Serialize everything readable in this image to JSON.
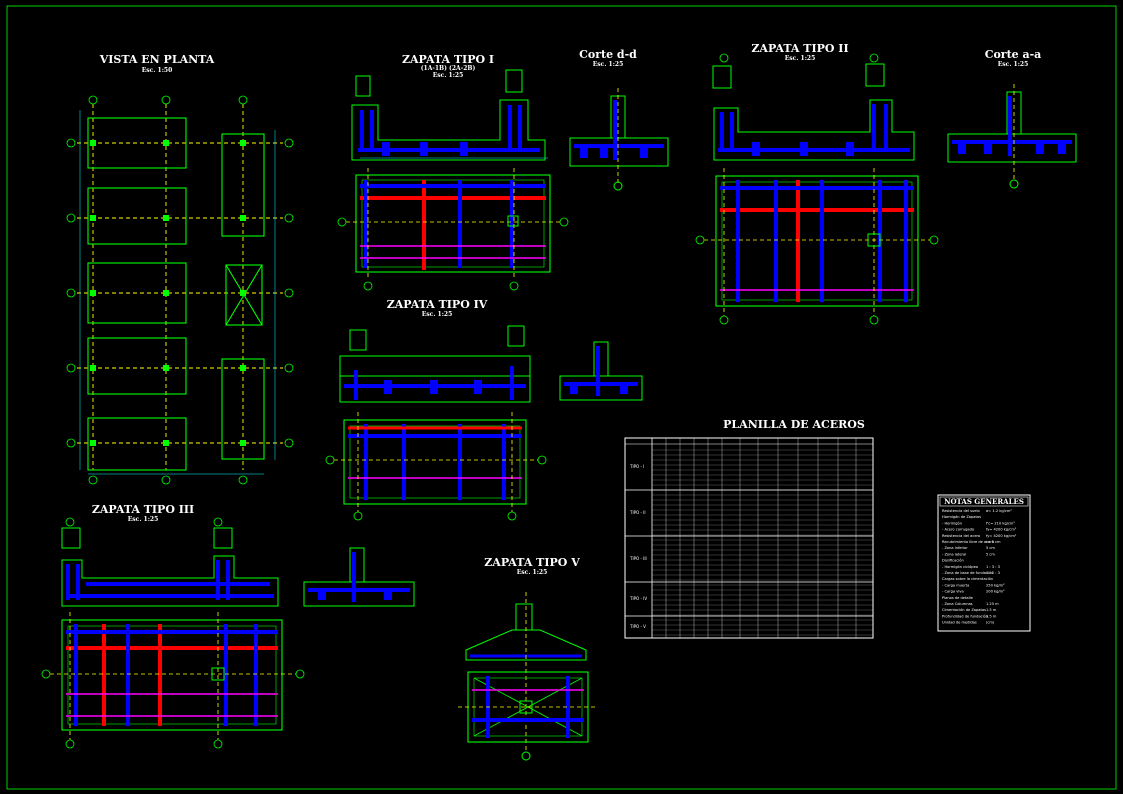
{
  "colors": {
    "background": "#000000",
    "frame": "#00ff00",
    "outline": "#00ff00",
    "bar_main": "#0000ff",
    "bar_red": "#ff0000",
    "bar_magenta": "#ff00ff",
    "axis": "#ffff00",
    "dim": "#00ffff",
    "text": "#ffffff"
  },
  "titles": {
    "plan": "VISTA EN PLANTA",
    "plan_scale": "Esc. 1:50",
    "z1": "ZAPATA TIPO I",
    "z1_sub": "(1A-1B) (2A-2B)",
    "z1_scale": "Esc. 1:25",
    "cut_dd": "Corte d-d",
    "cut_dd_scale": "Esc. 1:25",
    "z2": "ZAPATA TIPO II",
    "z2_scale": "Esc. 1:25",
    "cut_aa": "Corte a-a",
    "cut_aa_scale": "Esc. 1:25",
    "z4": "ZAPATA TIPO IV",
    "z4_scale": "Esc. 1:25",
    "z3": "ZAPATA TIPO III",
    "z3_scale": "Esc. 1:25",
    "z5": "ZAPATA TIPO V",
    "z5_scale": "Esc. 1:25",
    "steel": "PLANILLA DE ACEROS",
    "notes": "NOTAS GENERALES"
  },
  "steel_table": {
    "groups": [
      "TIPO - I",
      "TIPO - II",
      "TIPO - III",
      "TIPO - IV",
      "TIPO - V"
    ]
  },
  "notes_lines": [
    {
      "k": "Resistencia del suelo",
      "v": "σ= 1.2 kg/cm²"
    },
    {
      "k": "Hormigón de Zapatas",
      "v": ""
    },
    {
      "k": "  - Hormigón",
      "v": "f'c= 210 kg/cm²"
    },
    {
      "k": "  - Acero corrugado",
      "v": "fy= 4200 kg/cm²"
    },
    {
      "k": "Resistencia del acero",
      "v": "fy= 4200 kg/cm²"
    },
    {
      "k": "Recubrimiento libre de acero",
      "v": "r= 5 cm"
    },
    {
      "k": "  - Zona inferior",
      "v": "5 cm"
    },
    {
      "k": "  - Zona lateral",
      "v": "5 cm"
    },
    {
      "k": "Dosificación",
      "v": ""
    },
    {
      "k": "  - Hormigón ciclópeo",
      "v": "1 : 3 : 3"
    },
    {
      "k": "  - Zona de base de fundación",
      "v": "1 : 2 : 3"
    },
    {
      "k": "Cargas sobre la cimentación",
      "v": ""
    },
    {
      "k": "  - Carga muerta",
      "v": "250 kg/m²"
    },
    {
      "k": "  - Carga viva",
      "v": "200 kg/m²"
    },
    {
      "k": "Planos de detalle",
      "v": ""
    },
    {
      "k": "  - Zona Columnas",
      "v": "1.25 m"
    },
    {
      "k": "Cimentación de Zapatas",
      "v": "1.5 m"
    },
    {
      "k": "Profundidad de fundación",
      "v": "1.5 m"
    },
    {
      "k": "Unidad de medidas",
      "v": "(cm)"
    }
  ]
}
